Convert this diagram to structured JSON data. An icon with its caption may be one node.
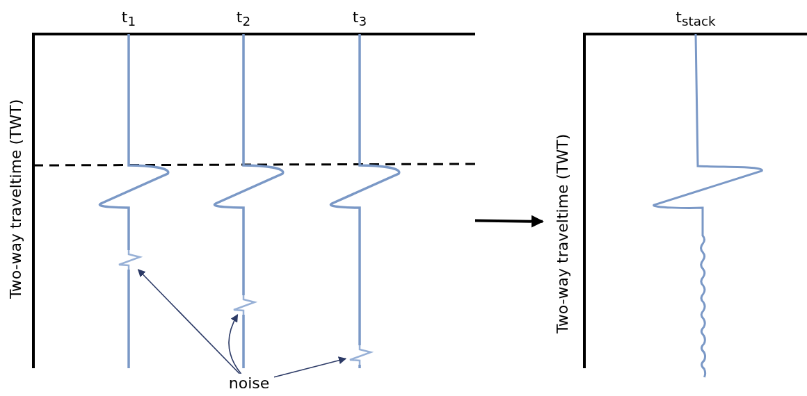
{
  "diagram": {
    "nodes": [
      {
        "text": [],
        "shape": "picture"
      },
      {
        "text": [],
        "shape": "picture"
      },
      {
        "text": [],
        "shape": "picture",
        "in": 0
      },
      {
        "text": [],
        "shape": "picture",
        "in": 0
      },
      {
        "text": [],
        "shape": "picture",
        "in": 0
      },
      {
        "text": [
          "noise"
        ]
      }
    ],
    "edges": [
      {
        "from": 0,
        "to": 1,
        "arrow": "to",
        "style": "thick",
        "color": "#000000"
      },
      {
        "from": 5,
        "to": 2,
        "arrow": "to"
      },
      {
        "from": 5,
        "to": 3,
        "arrow": "to"
      },
      {
        "from": 5,
        "to": 4,
        "arrow": "to"
      }
    ],
    "labels": [
      "t$_{1}$",
      "t$_{2}$",
      "t$_{3}$",
      "t$_{stack}$",
      "Two-way traveltime (TWT)",
      "Two-way traveltime (TWT)"
    ]
  }
}
